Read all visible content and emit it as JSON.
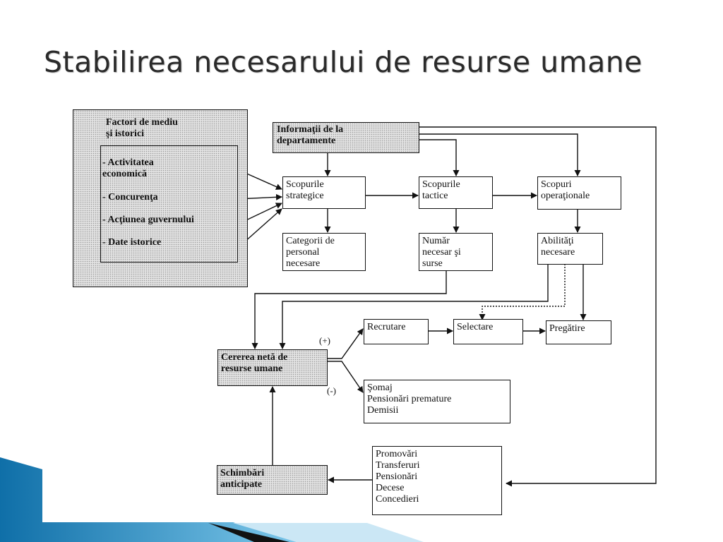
{
  "title": "Stabilirea necesarului de resurse umane",
  "diagram": {
    "factors": {
      "heading": [
        "Factori de mediu",
        "şi istorici"
      ],
      "items": [
        "- Activitatea",
        "economică",
        "- Concurenţa",
        "- Acţiunea guvernului",
        "- Date istorice"
      ]
    },
    "info": [
      "Informaţii de la",
      "departamente"
    ],
    "strategic": [
      "Scopurile",
      "strategice"
    ],
    "tactical": [
      "Scopurile",
      "tactice"
    ],
    "operational": [
      "Scopuri",
      "operaţionale"
    ],
    "categories": [
      "Categorii de",
      "personal",
      "necesare"
    ],
    "number": [
      "Număr",
      "necesar şi",
      "surse"
    ],
    "skills": [
      "Abilităţi",
      "necesare"
    ],
    "net_demand": [
      "Cererea netă de",
      "resurse umane"
    ],
    "plus_label": "(+)",
    "minus_label": "(-)",
    "recruit": "Recrutare",
    "select": "Selectare",
    "train": "Pregătire",
    "outflow": [
      "Şomaj",
      "Pensionări premature",
      "Demisii"
    ],
    "changes_list": [
      "Promovări",
      "Transferuri",
      "Pensionări",
      "Decese",
      "Concedieri"
    ],
    "anticipated": [
      "Schimbări",
      "anticipate"
    ]
  },
  "colors": {
    "title": "#2a2a2a",
    "line": "#111111",
    "box_shade": "#e2e2e2",
    "accent_blue": "#1a7fb8",
    "accent_light": "#8fd0ee"
  }
}
